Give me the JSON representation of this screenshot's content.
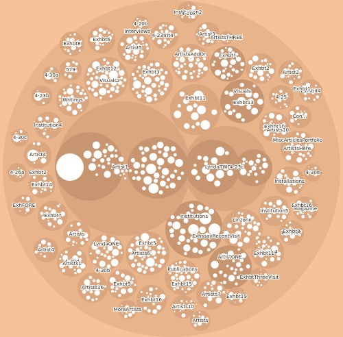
{
  "colors": {
    "background": "#f4c39b",
    "depth1": "#e7b48c",
    "depth2": "#d9a67f",
    "depth3": "#c79670",
    "depth4": "#b7855e",
    "leaf": "#ffffff"
  },
  "labels": [
    "4-20b",
    "Institution2",
    "Exhbt4",
    "Exhbt6",
    "Artist5",
    "Exhbt8",
    "Artist3",
    "ArtistsTHREE",
    "4-30a",
    "579",
    "Exhbt12",
    "ArtistsAddOn",
    "Exhbt1",
    "Exhbt2",
    "Artist2",
    "Exhibit4",
    "4-23b",
    "Writings",
    "Exhbt3",
    "Exhbt11",
    "Visuals",
    "4-25",
    "Con...",
    "Exhbt10",
    "Institution4",
    "4-30c",
    "MiscArticlesPortfolio",
    "Artist4",
    "4-26a",
    "Exhbt14",
    "4-30e",
    "Installations",
    "ExhFORE",
    "Exhbt7",
    "Institution5",
    "Magazine",
    "Artists",
    "Institutions",
    "Linzone",
    "Exhbt17",
    "Artist4",
    "4-30d",
    "LyndaONE",
    "Exhbt5",
    "ArtistONE",
    "Visuals4",
    "Artists16",
    "Exhbt9",
    "Publications",
    "Exhbt16",
    "Artists7",
    "Artists10",
    "Exhbt19",
    "MoreArtists",
    "Artists",
    "ExhbtThreeVisit",
    "Artist1",
    "LyndaTWO",
    "4-23c",
    "Interviews",
    "4-23a",
    "ExhssayRecentVisit",
    "4-30b",
    "Exhbt11",
    "Exhbt2",
    "4-20x",
    "Exhbt16",
    "Artists6",
    "Exhbt15",
    "Artists1",
    "Exhbt8",
    "Artists10",
    "ArtistsHere",
    "Exhbt13",
    "Exhbt1",
    "Visuals2",
    "Exhbt1a"
  ]
}
